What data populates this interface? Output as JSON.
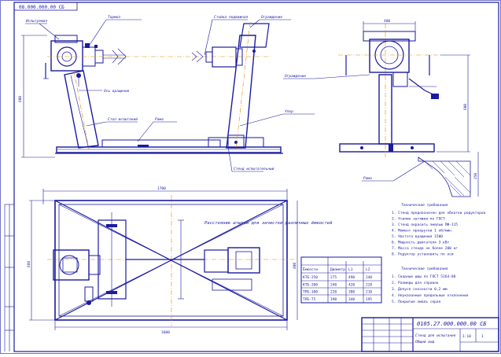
{
  "drawing": {
    "stamp_top": "08.000.000.00 СБ",
    "title_block_code": "0105.27.000.000.00 СБ",
    "title_block_name": "Стенд для испытания",
    "title_block_sub": "Общий вид",
    "scale": "1:10",
    "sheet": "1"
  },
  "callouts": {
    "a": "Тормоз",
    "b": "Испытуемая",
    "c": "Стойка подвижная",
    "d": "Ограждение",
    "e": "Стол испытаний",
    "f": "Рама",
    "g": "Ось вращения",
    "h": "Упор",
    "i": "Стенд испытательный"
  },
  "dimensions": {
    "overall_length": "1700",
    "base_length": "1600",
    "base_width": "660",
    "height": "600",
    "small_height": "250",
    "frame_width": "400"
  },
  "table": {
    "title": "Расстояние штырей для зачистки различных ёмкостей",
    "headers": [
      "Ёмкости",
      "Диаметр",
      "L1",
      "L2"
    ],
    "rows": [
      [
        "КТБ-250",
        "275",
        "490",
        "240"
      ],
      [
        "КТБ-200",
        "240",
        "420",
        "228"
      ],
      [
        "ТРБ-100",
        "220",
        "380",
        "210"
      ],
      [
        "ТРБ-75",
        "190",
        "340",
        "195"
      ]
    ]
  },
  "notes_1": {
    "title": "Технические требования",
    "lines": [
      "1. Стенд предназначен для обкатки редукторов",
      "2. Усилие затяжки по ГОСТ",
      "3. Стенд окрасить эмалью ПФ-115",
      "4. Момент прокрутки 1 об/мин",
      "5. Частота вращения 1500",
      "6. Мощность двигателя 3 кВт",
      "7. Масса стенда не более 200 кг",
      "8. Редуктор установить по оси"
    ]
  },
  "notes_2": {
    "title": "Технические требования",
    "lines": [
      "1. Сварные швы по ГОСТ 5264-80",
      "2. Размеры для справок",
      "3. Допуск соосности 0,2 мм",
      "4. Неуказанные предельные отклонения",
      "5. Покрытие эмаль серая"
    ]
  }
}
